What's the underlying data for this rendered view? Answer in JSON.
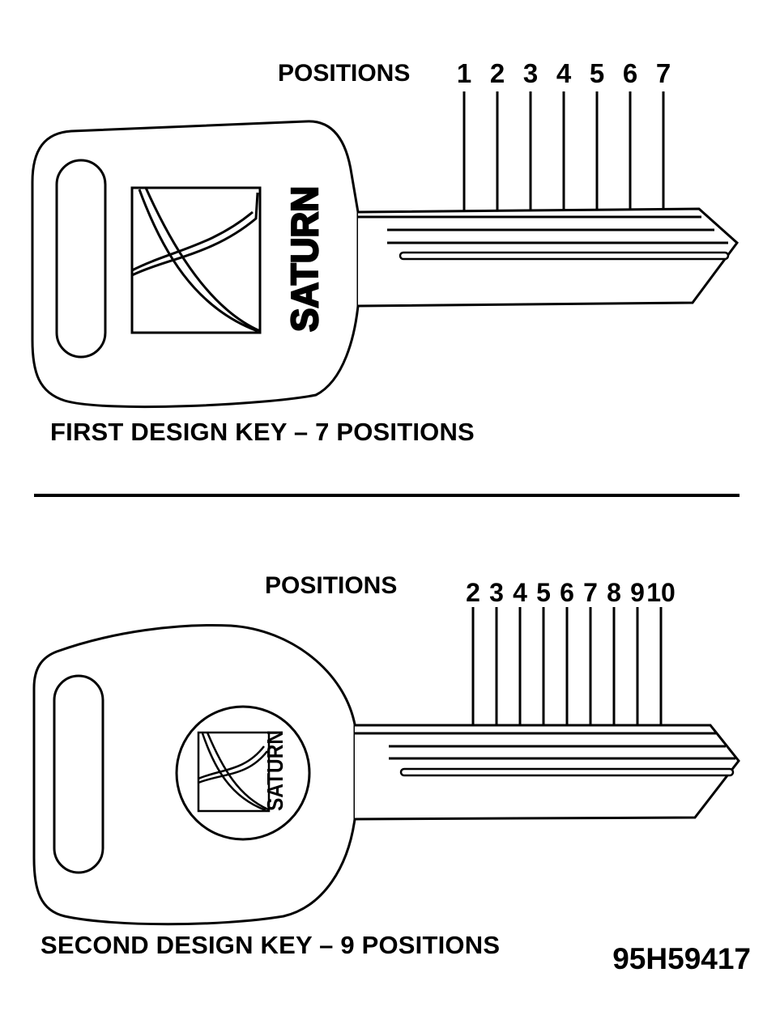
{
  "key1": {
    "positions_label": "POSITIONS",
    "position_numbers": [
      "1",
      "2",
      "3",
      "4",
      "5",
      "6",
      "7"
    ],
    "logo_text": "SATURN",
    "caption": "FIRST DESIGN KEY – 7 POSITIONS"
  },
  "key2": {
    "positions_label": "POSITIONS",
    "position_numbers": [
      "2",
      "3",
      "4",
      "5",
      "6",
      "7",
      "8",
      "9",
      "10"
    ],
    "logo_text": "SATURN",
    "caption": "SECOND DESIGN KEY – 9 POSITIONS"
  },
  "figure_id": "95H59417"
}
